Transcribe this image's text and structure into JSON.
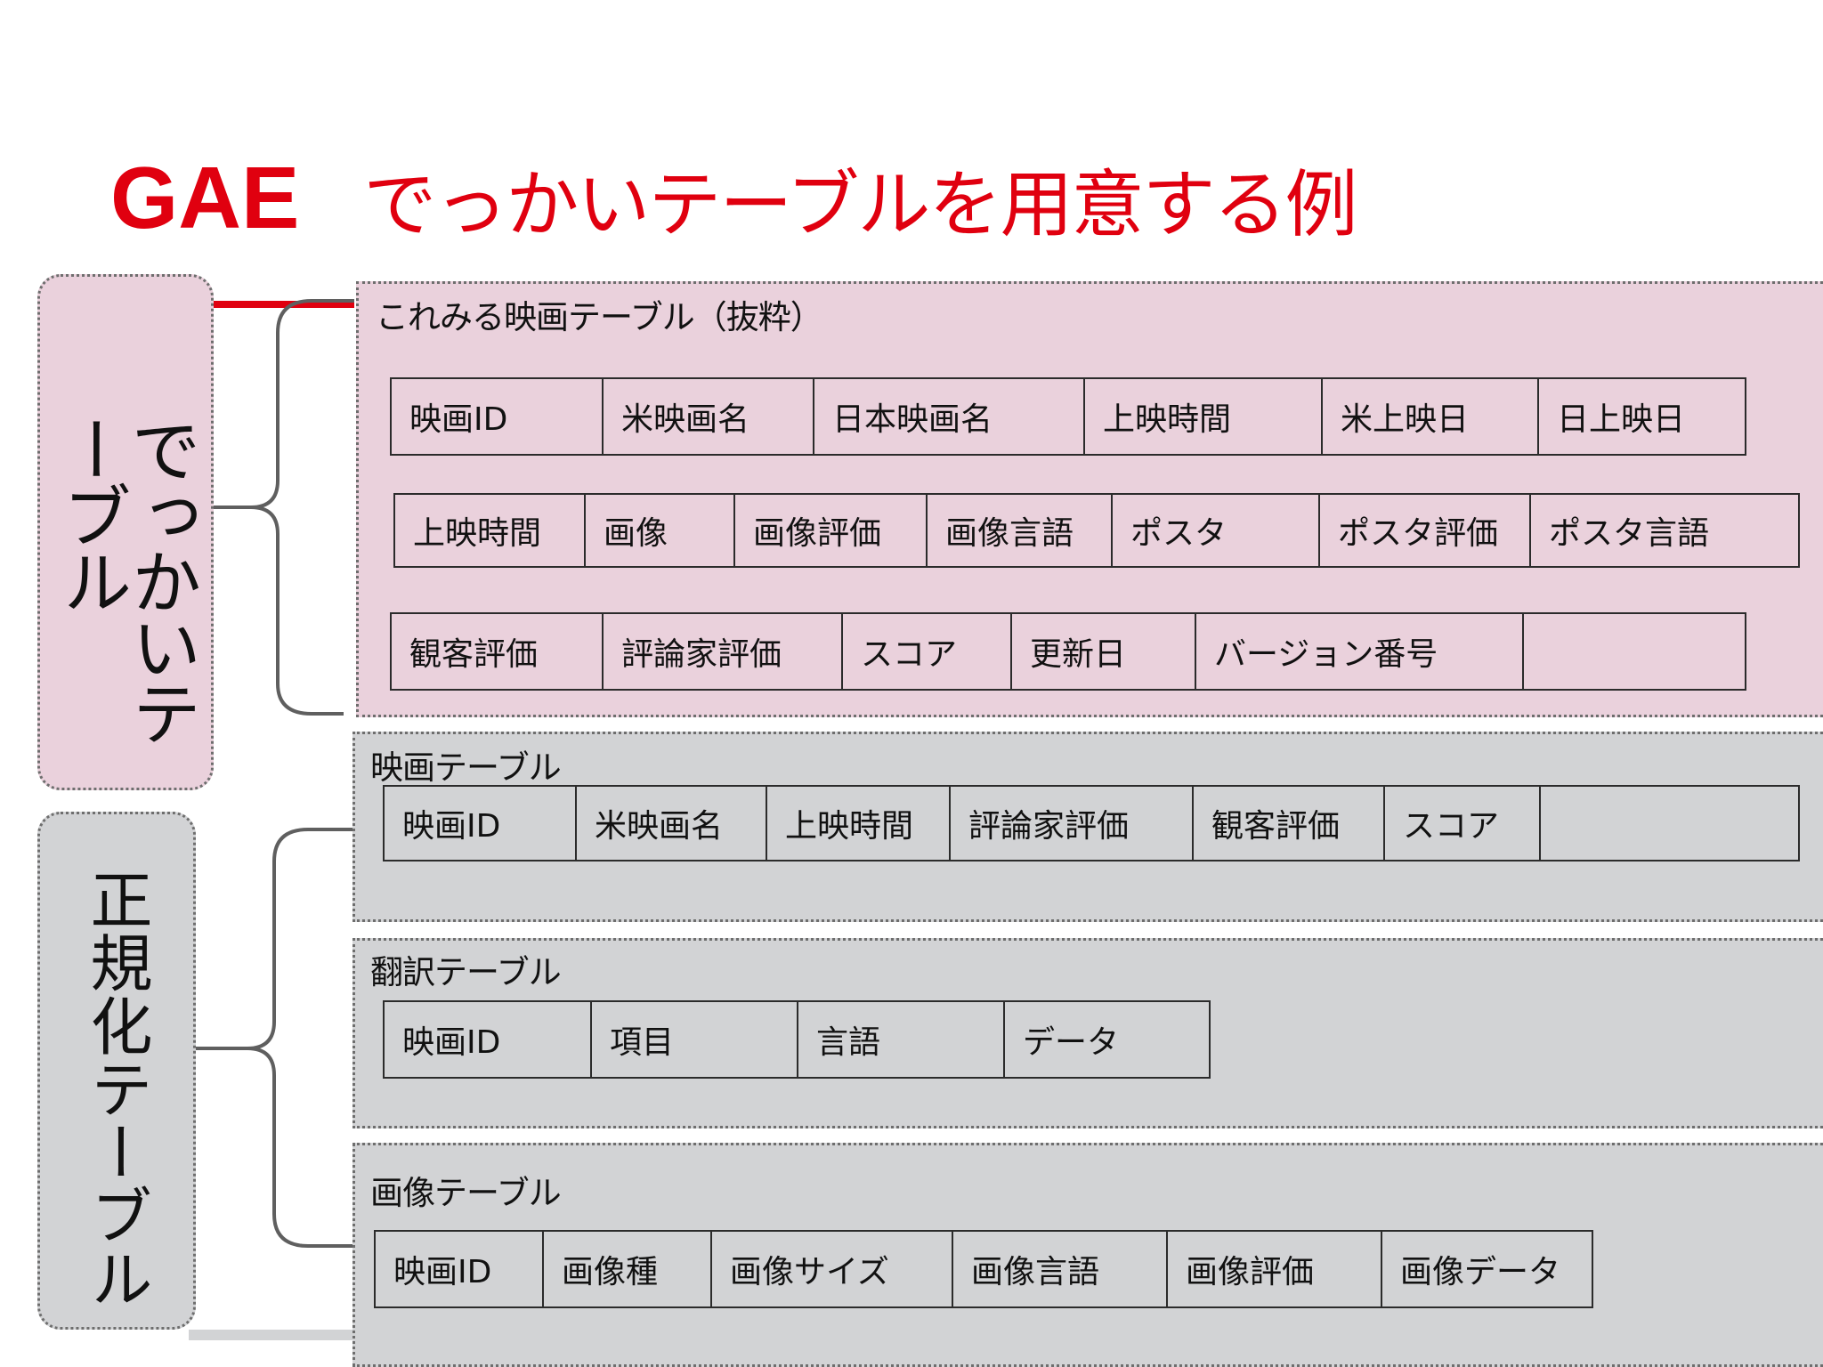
{
  "title": {
    "gae": "GAE",
    "rest": "でっかいテーブルを用意する例"
  },
  "labels": {
    "big_table": "でっかいテーブル",
    "normalized": "正規化テーブル"
  },
  "colors": {
    "title_red": "#e0000f",
    "pink_panel": "#ead1dc",
    "gray_panel": "#d2d3d5",
    "bracket": "#5f5f5f"
  },
  "panels": {
    "big": {
      "title": "これみる映画テーブル（抜粋）",
      "rows": [
        [
          "映画ID",
          "米映画名",
          "日本映画名",
          "上映時間",
          "米上映日",
          "日上映日"
        ],
        [
          "上映時間",
          "画像",
          "画像評価",
          "画像言語",
          "ポスタ",
          "ポスタ評価",
          "ポスタ言語"
        ],
        [
          "観客評価",
          "評論家評価",
          "スコア",
          "更新日",
          "バージョン番号",
          ""
        ]
      ]
    },
    "movie": {
      "title": "映画テーブル",
      "rows": [
        [
          "映画ID",
          "米映画名",
          "上映時間",
          "評論家評価",
          "観客評価",
          "スコア",
          ""
        ]
      ]
    },
    "translation": {
      "title": "翻訳テーブル",
      "rows": [
        [
          "映画ID",
          "項目",
          "言語",
          "データ"
        ]
      ]
    },
    "image": {
      "title": "画像テーブル",
      "rows": [
        [
          "映画ID",
          "画像種",
          "画像サイズ",
          "画像言語",
          "画像評価",
          "画像データ"
        ]
      ]
    }
  }
}
